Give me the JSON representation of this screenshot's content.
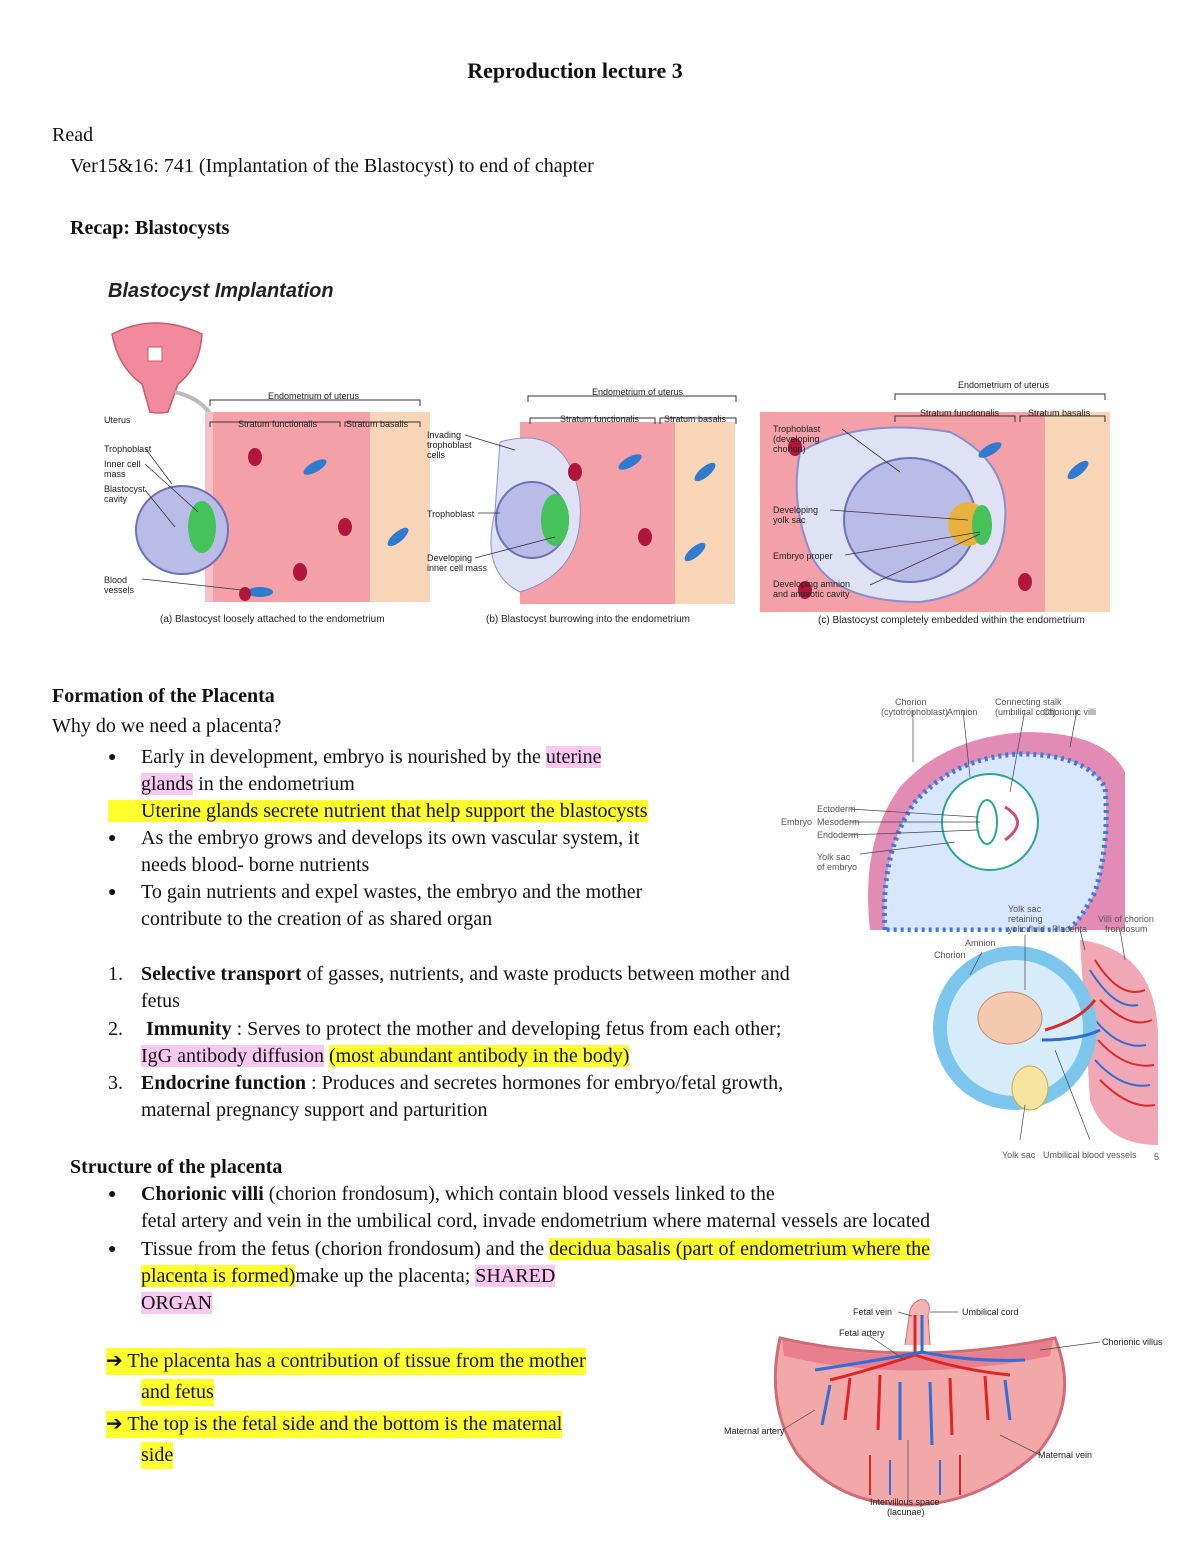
{
  "title": "Reproduction lecture 3",
  "read_label": "Read",
  "read_ref": "Ver15&16: 741 (Implantation of the Blastocyst) to end of chapter",
  "recap_heading": "Recap: Blastocysts",
  "figure1": {
    "title": "Blastocyst Implantation",
    "uterus": "Uterus",
    "panel_a": {
      "endometrium": "Endometrium of uterus",
      "stratum_functionalis": "Stratum functionalis",
      "stratum_basalis": "Stratum basalis",
      "trophoblast": "Trophoblast",
      "inner_cell_1": "Inner cell",
      "inner_cell_2": "mass",
      "cavity_1": "Blastocyst",
      "cavity_2": "cavity",
      "vessels_1": "Blood",
      "vessels_2": "vessels",
      "caption": "(a) Blastocyst loosely attached to the endometrium"
    },
    "panel_b": {
      "endometrium": "Endometrium of uterus",
      "stratum_functionalis": "Stratum functionalis",
      "stratum_basalis": "Stratum basalis",
      "invading_1": "Invading",
      "invading_2": "trophoblast",
      "invading_3": "cells",
      "trophoblast": "Trophoblast",
      "dev_icm_1": "Developing",
      "dev_icm_2": "inner cell mass",
      "caption": "(b) Blastocyst burrowing into the endometrium"
    },
    "panel_c": {
      "endometrium": "Endometrium of uterus",
      "stratum_functionalis": "Stratum functionalis",
      "stratum_basalis": "Stratum basalis",
      "troph_1": "Trophoblast",
      "troph_2": "(developing",
      "troph_3": "chorion)",
      "yolk_1": "Developing",
      "yolk_2": "yolk sac",
      "embryo": "Embryo proper",
      "amnion_1": "Developing amnion",
      "amnion_2": "and amniotic cavity",
      "caption": "(c) Blastocyst completely embedded within the endometrium"
    }
  },
  "placenta_heading": "Formation of the Placenta",
  "why_question": "Why do we need a placenta?",
  "bullets1": {
    "b1_a": "Early in development, embryo is nourished by the ",
    "b1_hl1": "uterine",
    "b1_hl2": "glands",
    "b1_b": " in the endometrium",
    "b2": "Uterine glands secrete nutrient that help support the blastocysts",
    "b3_l1": "As the embryo grows and develops its own vascular system, it",
    "b3_l2": "needs blood- borne nutrients",
    "b4_l1": "To gain nutrients and expel wastes, the embryo and the mother",
    "b4_l2": "contribute to the creation of as shared organ"
  },
  "numbered": {
    "n1_num": "1.",
    "n1_bold": "Selective transport",
    "n1_rest": " of gasses, nutrients, and waste products between mother and",
    "n1_l2": "fetus",
    "n2_num": "2.",
    "n2_bold": "Immunity",
    "n2_rest": " : Serves to protect the mother and developing fetus from each other;",
    "n2_pink": "IgG antibody diffusion",
    "n2_yellow": "(most abundant antibody in the body)",
    "n3_num": "3.",
    "n3_bold": "Endocrine function",
    "n3_rest": " : Produces and secretes hormones for embryo/fetal growth,",
    "n3_l2": "maternal pregnancy support and parturition"
  },
  "figure2": {
    "chorion_1": "Chorion",
    "chorion_2": "(cytotrophoblast)",
    "amnion": "Amnion",
    "stalk_1": "Connecting stalk",
    "stalk_2": "(umbilical cord)",
    "villi": "Chorionic villi",
    "ectoderm": "Ectoderm",
    "mesoderm": "Mesoderm",
    "endoderm": "Endoderm",
    "embryo": "Embryo",
    "yolk_1": "Yolk sac",
    "yolk_2": "of embryo"
  },
  "figure3": {
    "yolk_1": "Yolk sac",
    "yolk_2": "retaining",
    "yolk_3": "yolic fluid",
    "placenta": "Placenta",
    "villi_1": "Villi of chorion",
    "villi_2": "frondosum",
    "amnion": "Amnion",
    "chorion": "Chorion",
    "yolk_sac": "Yolk sac",
    "umbilical": "Umbilical blood vessels",
    "page": "5"
  },
  "structure_heading": "Structure of the placenta",
  "bullets2": {
    "c1_bold": "Chorionic villi",
    "c1_rest": " (chorion frondosum), which contain blood vessels linked to the",
    "c1_l2": "fetal artery and vein in the umbilical cord, invade endometrium where maternal vessels are located",
    "c2_a": "Tissue from the fetus (chorion frondosum) and the ",
    "c2_hl1": "decidua basalis (part of endometrium where the",
    "c2_hl2": "placenta is formed)",
    "c2_b": "make up the placenta; ",
    "c2_pink1": "SHARED",
    "c2_pink2": "ORGAN"
  },
  "arrows": {
    "a1_l1": "The placenta has a contribution of tissue from the mother",
    "a1_l2": "and fetus",
    "a2_l1": "The top is the fetal side and the bottom is the maternal",
    "a2_l2": "side"
  },
  "figure4": {
    "fetal_vein": "Fetal vein",
    "fetal_artery": "Fetal artery",
    "umbilical_cord": "Umbilical cord",
    "chorionic_villus": "Chorionic villus",
    "maternal_artery": "Maternal artery",
    "maternal_vein": "Maternal vein",
    "intervillous_1": "Intervillous space",
    "intervillous_2": "(lacunae)"
  }
}
